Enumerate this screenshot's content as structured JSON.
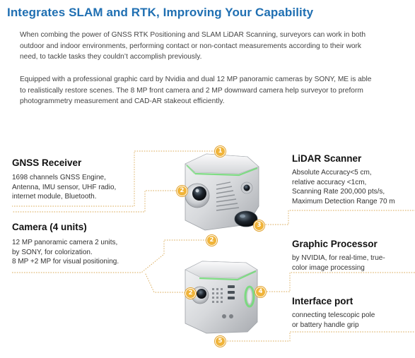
{
  "header": {
    "title": "Integrates SLAM and RTK, Improving Your Capability",
    "paragraph1": "When combing the power of GNSS RTK Positioning and SLAM LiDAR Scanning, surveyors can work in both outdoor and indoor environments, performing contact or non-contact measurements according to their work need, to tackle tasks they couldn’t  accomplish previously.",
    "paragraph2": "Equipped with a professional graphic card by Nvidia and dual 12 MP panoramic cameras by SONY, ME is able to realistically restore scenes. The 8 MP front camera and 2 MP downward camera help surveyor to preform photogrammetry measurement and CAD-AR stakeout efficiently."
  },
  "features": {
    "gnss": {
      "title": "GNSS Receiver",
      "lines": [
        "1698 channels GNSS Engine,",
        "Antenna, IMU sensor, UHF radio,",
        "internet module, Bluetooth."
      ]
    },
    "camera": {
      "title": "Camera (4 units)",
      "lines": [
        "12 MP panoramic camera 2 units,",
        "by SONY, for colorization.",
        "8 MP +2 MP for visual positioning."
      ]
    },
    "lidar": {
      "title": "LiDAR Scanner",
      "lines": [
        "Absolute Accuracy<5 cm,",
        "relative accuracy <1cm,",
        "Scanning Rate 200,000 pts/s,",
        "Maximum Detection Range 70 m"
      ]
    },
    "gpu": {
      "title": "Graphic Processor",
      "lines": [
        "by NVIDIA, for real-time, true-",
        "color image processing"
      ]
    },
    "port": {
      "title": "Interface port",
      "lines": [
        "connecting telescopic pole",
        "or battery handle grip"
      ]
    }
  },
  "badges": {
    "b1": "1",
    "b2a": "2",
    "b2b": "2",
    "b2c": "2",
    "b3": "3",
    "b4": "4",
    "b5": "5"
  },
  "colors": {
    "title_blue": "#1f6fb2",
    "badge_orange": "#f0b43a",
    "callout_line": "#d9a955",
    "led_green": "#6fdc73"
  }
}
